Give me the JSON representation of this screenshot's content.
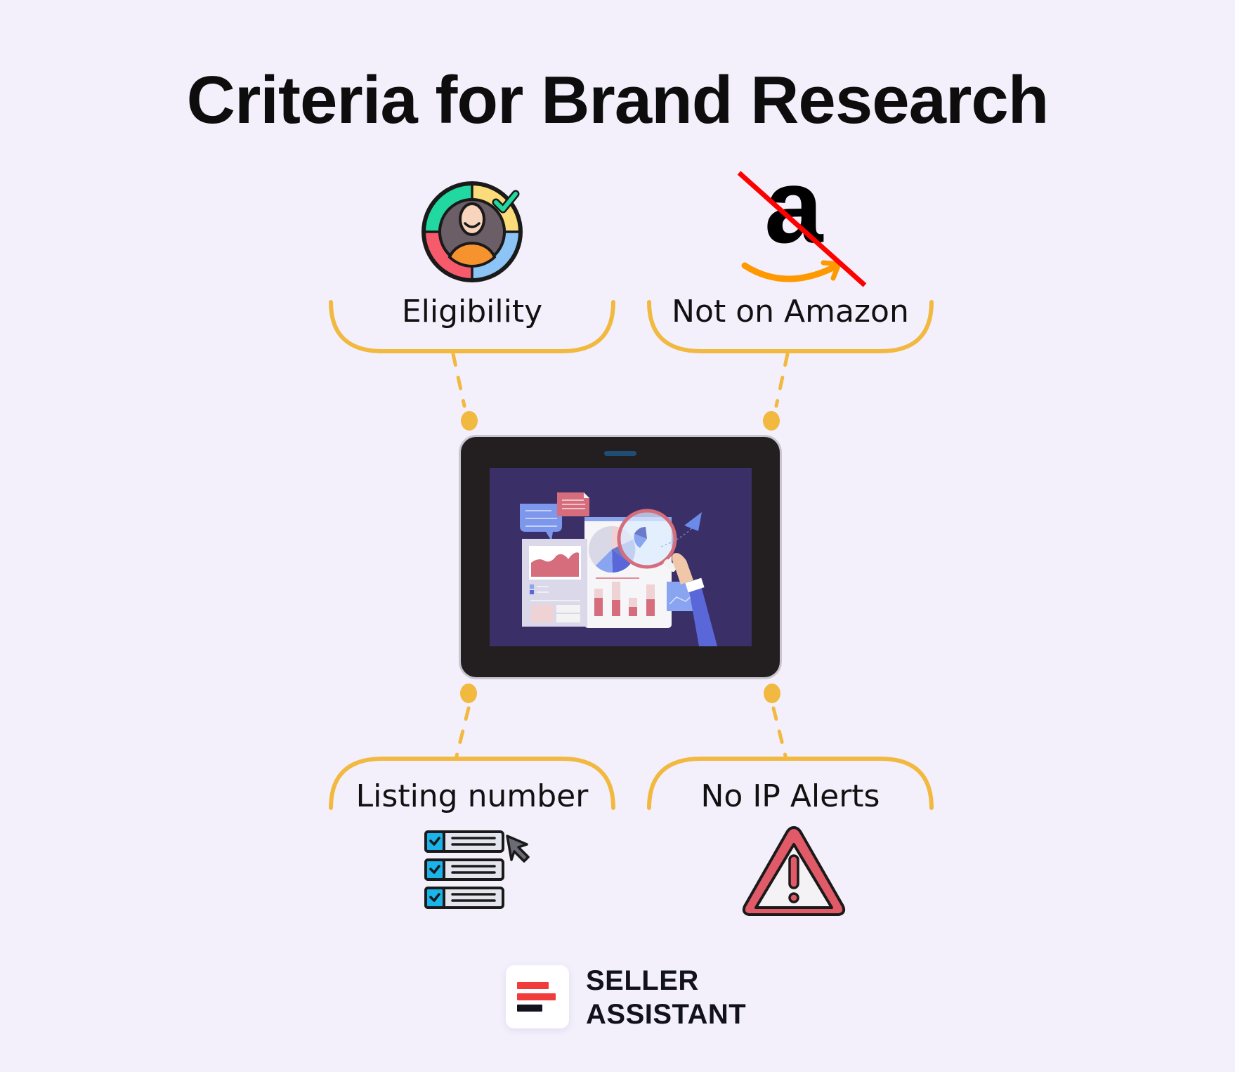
{
  "title": "Criteria for Brand Research",
  "criteria": [
    {
      "label": "Eligibility",
      "icon": "eligibility-user-check-icon",
      "position": "top-left"
    },
    {
      "label": "Not on Amazon",
      "icon": "amazon-crossed-out-icon",
      "position": "top-right"
    },
    {
      "label": "Listing number",
      "icon": "checklist-cursor-icon",
      "position": "bottom-left"
    },
    {
      "label": "No IP Alerts",
      "icon": "warning-triangle-icon",
      "position": "bottom-right"
    }
  ],
  "center_illustration": {
    "icon": "tablet-data-analysis-illustration"
  },
  "brand": {
    "line1": "SELLER",
    "line2": "ASSISTANT",
    "icon": "seller-assistant-logo-icon"
  },
  "colors": {
    "background": "#f3f0fc",
    "connector": "#f2b940",
    "title": "#0d0d0d",
    "logo_red": "#f23b3b",
    "logo_dark": "#12121c",
    "tablet_screen": "#3a2f66",
    "strike_red": "#ff0000",
    "amazon_orange": "#ff9900"
  }
}
